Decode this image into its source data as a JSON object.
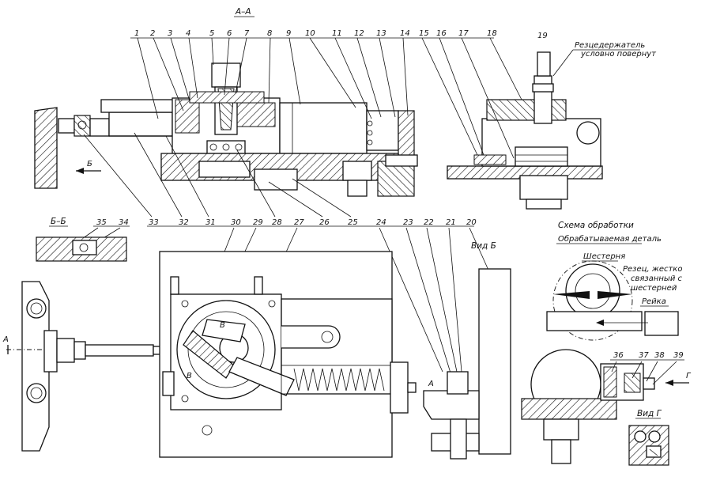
{
  "views": {
    "section_aa": "А–А",
    "section_bb": "Б–Б",
    "view_b": "Вид Б",
    "view_g": "Вид Г",
    "scheme_title": "Схема обработки"
  },
  "notes": {
    "toolholder_line1": "Резцедержатель",
    "toolholder_line2": "условно повернут",
    "workpiece": "Обрабатываемая деталь",
    "gear": "Шестерня",
    "cutter_line1": "Резец, жестко",
    "cutter_line2": "связанный с",
    "cutter_line3": "шестерней",
    "rack": "Рейка"
  },
  "markers": {
    "arrow_b": "Б",
    "arrow_a_left": "А",
    "arrow_a_right": "А",
    "arrow_g": "Г",
    "mark_v1": "В",
    "mark_v2": "В"
  },
  "callouts_top": [
    "1",
    "2",
    "3",
    "4",
    "5",
    "6",
    "7",
    "8",
    "9",
    "10",
    "11",
    "12",
    "13",
    "14",
    "15",
    "16",
    "17",
    "18"
  ],
  "callout_19": "19",
  "callouts_bottom": [
    "33",
    "32",
    "31",
    "30",
    "29",
    "28",
    "27",
    "26",
    "25",
    "24",
    "23",
    "22",
    "21",
    "20"
  ],
  "callouts_bb": [
    "35",
    "34"
  ],
  "callouts_right": [
    "36",
    "37",
    "38",
    "39"
  ]
}
